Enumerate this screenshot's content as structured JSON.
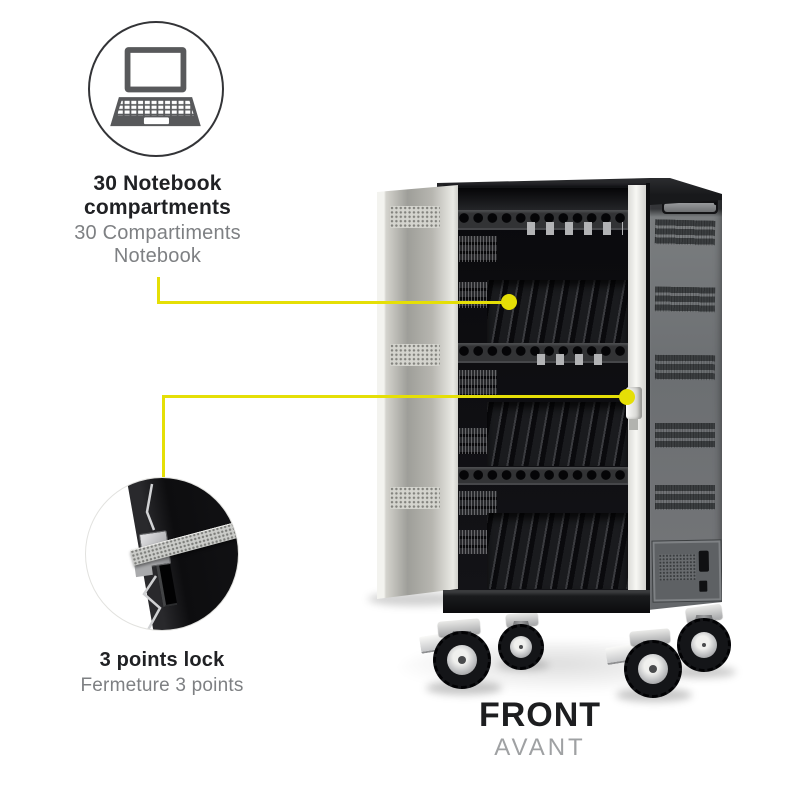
{
  "callouts": {
    "compartments": {
      "icon": "laptop-icon",
      "title_lines": [
        "30 Notebook",
        "compartments"
      ],
      "subtitle_lines": [
        "30 Compartiments",
        "Notebook"
      ]
    },
    "lock": {
      "icon": "lock-photo",
      "title": "3 points lock",
      "subtitle": "Fermeture 3 points"
    }
  },
  "footer": {
    "title": "FRONT",
    "subtitle": "AVANT"
  },
  "colors": {
    "accent_yellow": "#e5df06",
    "title_text": "#202124",
    "subtitle_text": "#7e8083",
    "footer_subtitle_text": "#9fa1a3",
    "cart_body": "#121316",
    "side_panel": "#6c6f72",
    "door_inner": "#b7b6b0"
  }
}
